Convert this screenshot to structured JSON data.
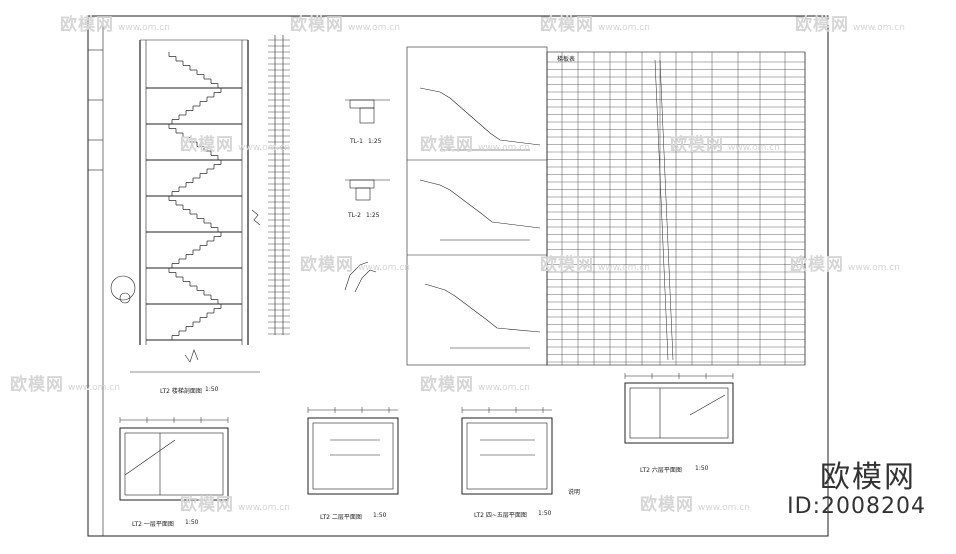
{
  "brand": {
    "name": "欧模网",
    "id_text": "ID:2008204"
  },
  "watermark": {
    "text": "欧模网",
    "url": "www.om.cn"
  },
  "labels": {
    "section_view": "LT2 楼梯剖面图",
    "scale_section": "1:50",
    "plan_1": "LT2 一层平面图",
    "plan_2": "LT2 二层平面图",
    "plan_3": "LT2 四~五层平面图",
    "plan_4": "LT2 六层平面图",
    "scale_plan": "1:50",
    "tl1": "TL-1",
    "tl2": "TL-2",
    "tl_scale": "1:25",
    "table_title": "梯板表",
    "notes_title": "说明"
  }
}
